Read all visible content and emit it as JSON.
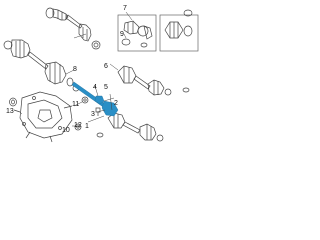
{
  "colors": {
    "line": "#444444",
    "highlight": "#2a8fc6",
    "box": "#666666",
    "text": "#111111"
  },
  "callouts": {
    "c1": "1",
    "c2": "2",
    "c3": "3",
    "c4": "4",
    "c5": "5",
    "c6": "6",
    "c7": "7",
    "c8": "8",
    "c9": "9",
    "c10": "10",
    "c11": "11",
    "c12": "12",
    "c13": "13"
  }
}
